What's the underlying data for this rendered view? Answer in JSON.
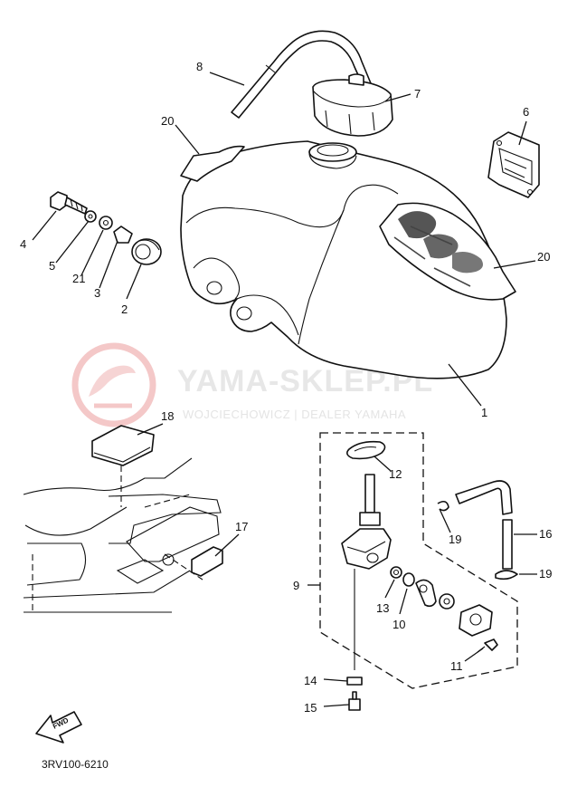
{
  "watermark": {
    "title": "YAMA-SKLEP.PL",
    "subtitle": "WOJCIECHOWICZ | DEALER YAMAHA"
  },
  "diagram_code": "3RV100-6210",
  "fwd_label": "FWD",
  "callouts": {
    "p1": "1",
    "p2": "2",
    "p3": "3",
    "p4": "4",
    "p5": "5",
    "p6": "6",
    "p7": "7",
    "p8": "8",
    "p9": "9",
    "p10": "10",
    "p11": "11",
    "p12": "12",
    "p13": "13",
    "p14": "14",
    "p15": "15",
    "p16": "16",
    "p17": "17",
    "p18": "18",
    "p19a": "19",
    "p19b": "19",
    "p20a": "20",
    "p20b": "20",
    "p21": "21"
  },
  "colors": {
    "line": "#111111",
    "watermark": "#e7e7e7",
    "background": "#ffffff"
  }
}
